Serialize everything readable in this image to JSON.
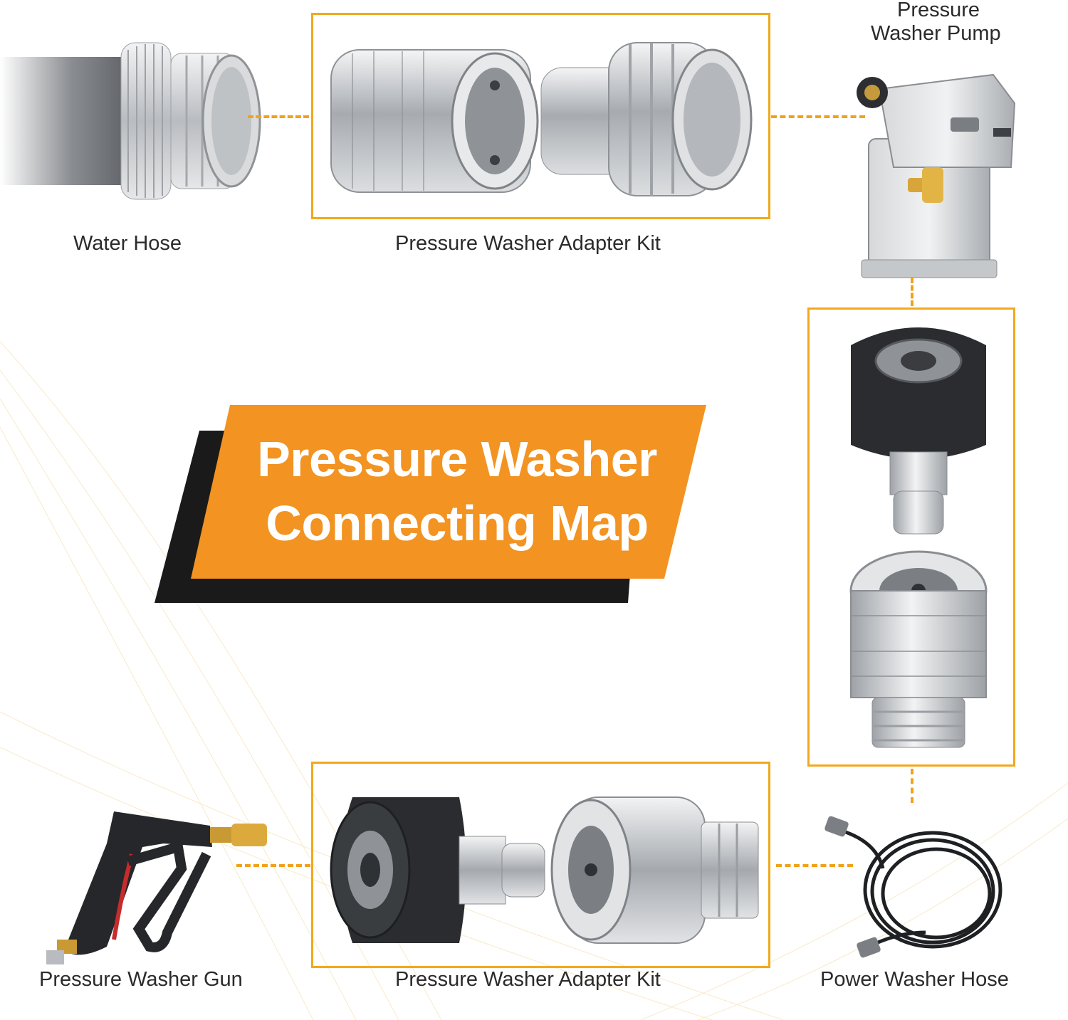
{
  "title": {
    "line1": "Pressure Washer",
    "line2": "Connecting Map"
  },
  "labels": {
    "water_hose": "Water Hose",
    "adapter_kit_top": "Pressure Washer Adapter Kit",
    "pump_line1": "Pressure",
    "pump_line2": "Washer Pump",
    "gun": "Pressure Washer Gun",
    "adapter_kit_bottom": "Pressure Washer Adapter Kit",
    "power_hose": "Power Washer Hose"
  },
  "colors": {
    "accent_orange": "#f29322",
    "frame_yellow": "#f2a81d",
    "shadow_black": "#1a1a1a",
    "metal": "#c9cbce",
    "text": "#2b2b2b"
  },
  "icons": [
    "water-hose-connector-icon",
    "quick-connect-coupler-icon",
    "garden-hose-adapter-icon",
    "pressure-washer-pump-icon",
    "m22-to-quick-connect-plug-icon",
    "quick-connect-to-m22-socket-icon",
    "pressure-washer-gun-icon",
    "power-washer-hose-icon"
  ]
}
